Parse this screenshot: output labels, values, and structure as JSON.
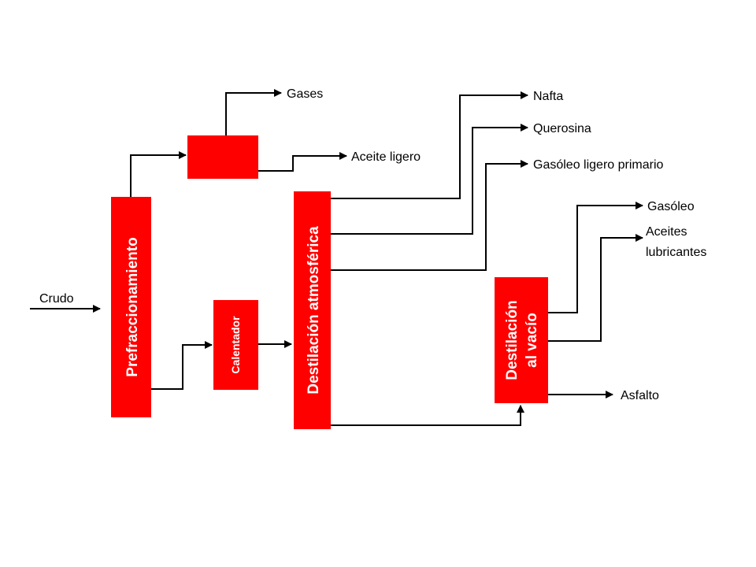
{
  "colors": {
    "box_fill": "#ff0000",
    "box_text": "#ffffff",
    "line": "#000000"
  },
  "input_label": "Crudo",
  "boxes": {
    "prefraccionamiento": "Prefraccionamiento",
    "small_box": "",
    "calentador": "Calentador",
    "destilacion_atmosferica": "Destilación atmosférica",
    "destilacion_vacio_line1": "Destilación",
    "destilacion_vacio_line2": "al vacío"
  },
  "outputs": {
    "gases": "Gases",
    "aceite_ligero": "Aceite ligero",
    "nafta": "Nafta",
    "querosina": "Querosina",
    "gasoleo_ligero_primario": "Gasóleo ligero primario",
    "gasoleo": "Gasóleo",
    "aceites_line1": "Aceites",
    "aceites_line2": "lubricantes",
    "asfalto": "Asfalto"
  }
}
